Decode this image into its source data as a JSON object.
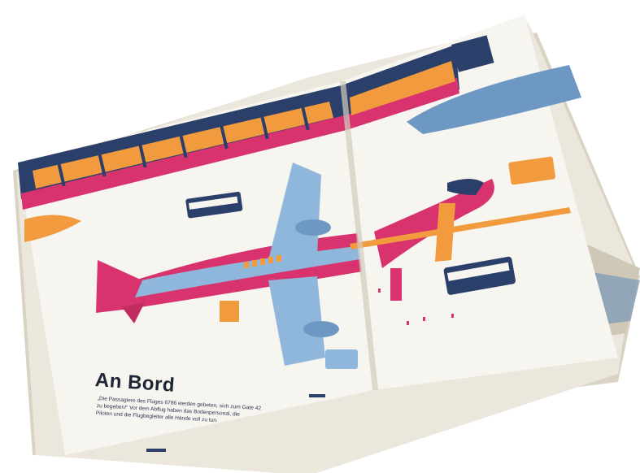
{
  "page": {
    "title": "An Bord",
    "intro_lines": [
      "„Die Passagiere des Fluges 6786 werden gebeten, sich zum Gate 42",
      "zu begeben!“ Vor dem Abflug haben das Bodenpersonal, die",
      "Piloten und die Flugbegleiter alle Hände voll zu tun."
    ]
  },
  "colors": {
    "pink": "#d8336e",
    "orange": "#f19a3e",
    "light_blue": "#8fb7dc",
    "navy": "#2b3f6b",
    "tarmac": "#f4f1ea",
    "book_edge": "#e9e4d8"
  }
}
